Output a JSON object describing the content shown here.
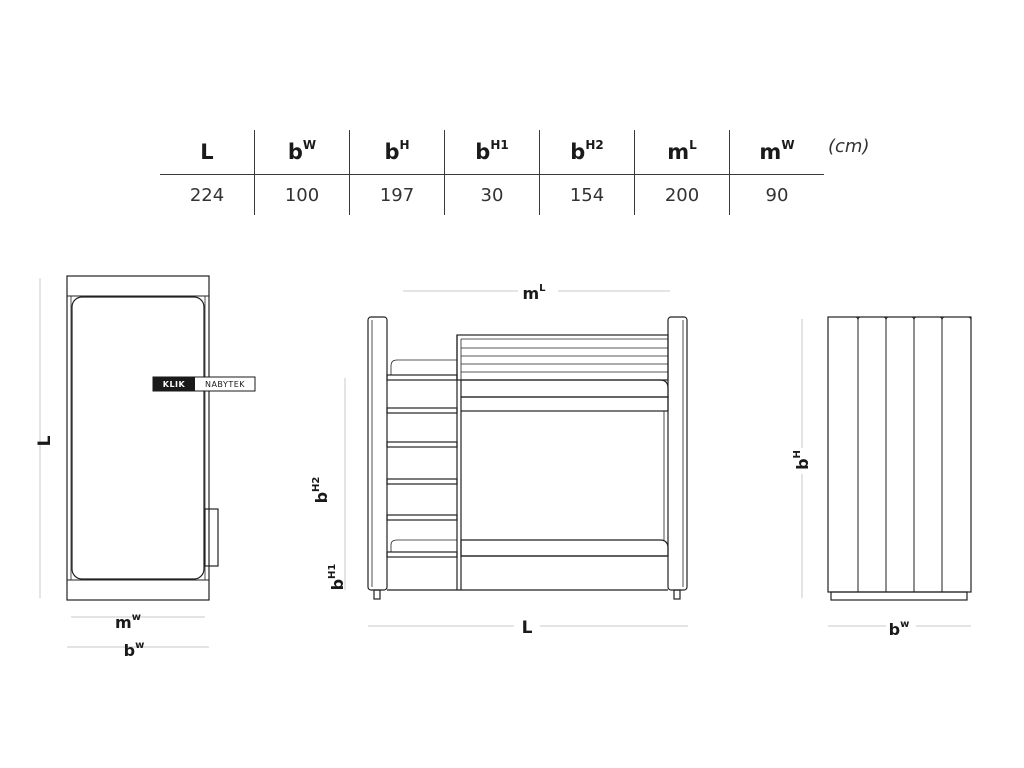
{
  "table": {
    "headers": [
      {
        "base": "L",
        "sup": ""
      },
      {
        "base": "b",
        "sup": "W"
      },
      {
        "base": "b",
        "sup": "H"
      },
      {
        "base": "b",
        "sup": "H1"
      },
      {
        "base": "b",
        "sup": "H2"
      },
      {
        "base": "m",
        "sup": "L"
      },
      {
        "base": "m",
        "sup": "W"
      }
    ],
    "values": [
      "224",
      "100",
      "197",
      "30",
      "154",
      "200",
      "90"
    ],
    "unit": "(cm)"
  },
  "top_view": {
    "length_label": "L",
    "mattress_width": {
      "base": "m",
      "sup": "w"
    },
    "bed_width": {
      "base": "b",
      "sup": "w"
    }
  },
  "front_view": {
    "mattress_length": {
      "base": "m",
      "sup": "L"
    },
    "bed_length_label": "L",
    "height_lower": {
      "base": "b",
      "sup": "H1"
    },
    "height_upper": {
      "base": "b",
      "sup": "H2"
    }
  },
  "side_view": {
    "height": {
      "base": "b",
      "sup": "H"
    },
    "width": {
      "base": "b",
      "sup": "w"
    }
  },
  "watermark": {
    "part1": "KLIK",
    "part2": "NABYTEK"
  }
}
